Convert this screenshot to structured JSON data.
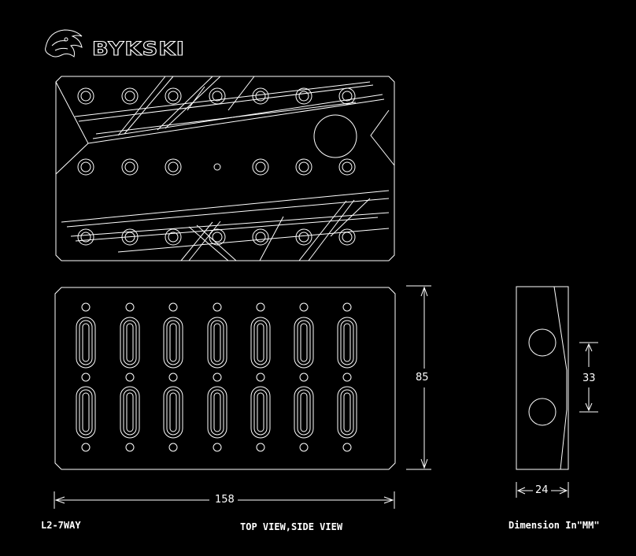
{
  "logo": {
    "text": "BYKSKI",
    "icon": "dragon-logo-icon"
  },
  "colors": {
    "background": "#000000",
    "line": "#ffffff"
  },
  "drawing": {
    "model": "L2-7WAY",
    "view_caption": "TOP VIEW,SIDE VIEW",
    "unit_note": "Dimension In\"MM\"",
    "dimensions": {
      "width": "158",
      "height": "85",
      "port_spacing": "33",
      "depth": "24"
    }
  }
}
